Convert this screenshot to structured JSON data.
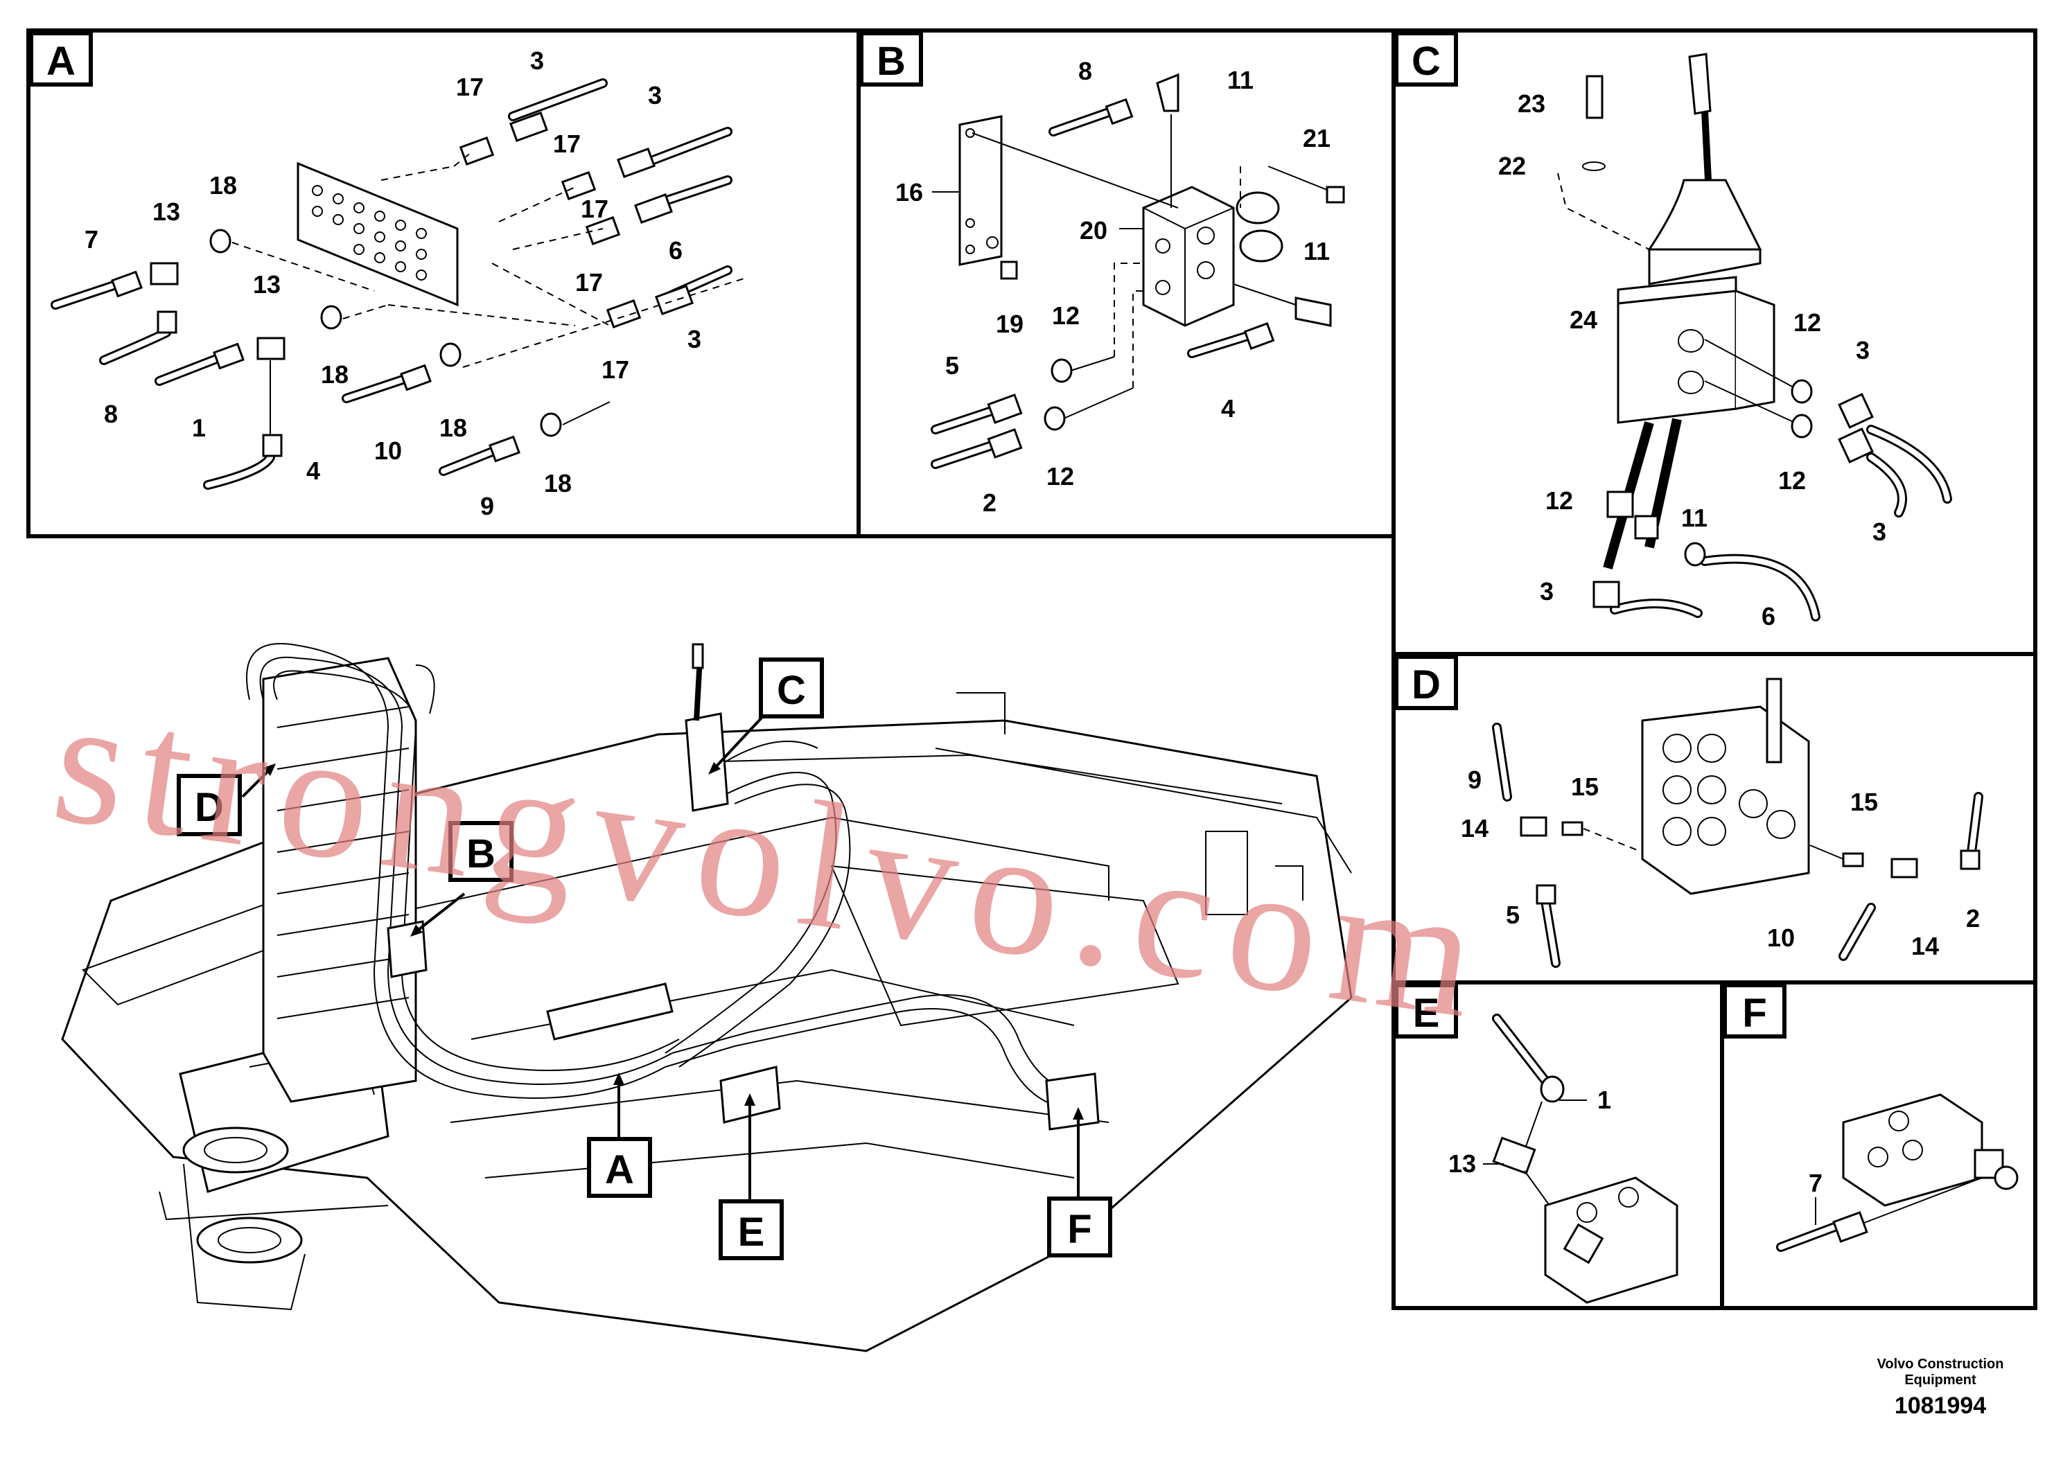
{
  "panels": {
    "A": {
      "tag": "A",
      "labels": [
        "17",
        "3",
        "3",
        "17",
        "18",
        "13",
        "7",
        "17",
        "6",
        "13",
        "17",
        "3",
        "18",
        "8",
        "1",
        "17",
        "10",
        "18",
        "4",
        "18",
        "9"
      ]
    },
    "B": {
      "tag": "B",
      "labels": [
        "8",
        "11",
        "16",
        "21",
        "20",
        "11",
        "19",
        "12",
        "5",
        "4",
        "12",
        "2"
      ]
    },
    "C": {
      "tag": "C",
      "labels": [
        "23",
        "22",
        "24",
        "12",
        "3",
        "12",
        "12",
        "11",
        "3",
        "3",
        "6"
      ]
    },
    "D": {
      "tag": "D",
      "labels": [
        "9",
        "15",
        "14",
        "15",
        "5",
        "2",
        "10",
        "14"
      ]
    },
    "E": {
      "tag": "E",
      "labels": [
        "1",
        "13"
      ]
    },
    "F": {
      "tag": "F",
      "labels": [
        "7"
      ]
    }
  },
  "main_view": {
    "tags": [
      "C",
      "D",
      "B",
      "A",
      "E",
      "F"
    ]
  },
  "watermark": "strongvolvo.com",
  "footer": {
    "company_line1": "Volvo Construction",
    "company_line2": "Equipment",
    "drawing_number": "1081994"
  }
}
